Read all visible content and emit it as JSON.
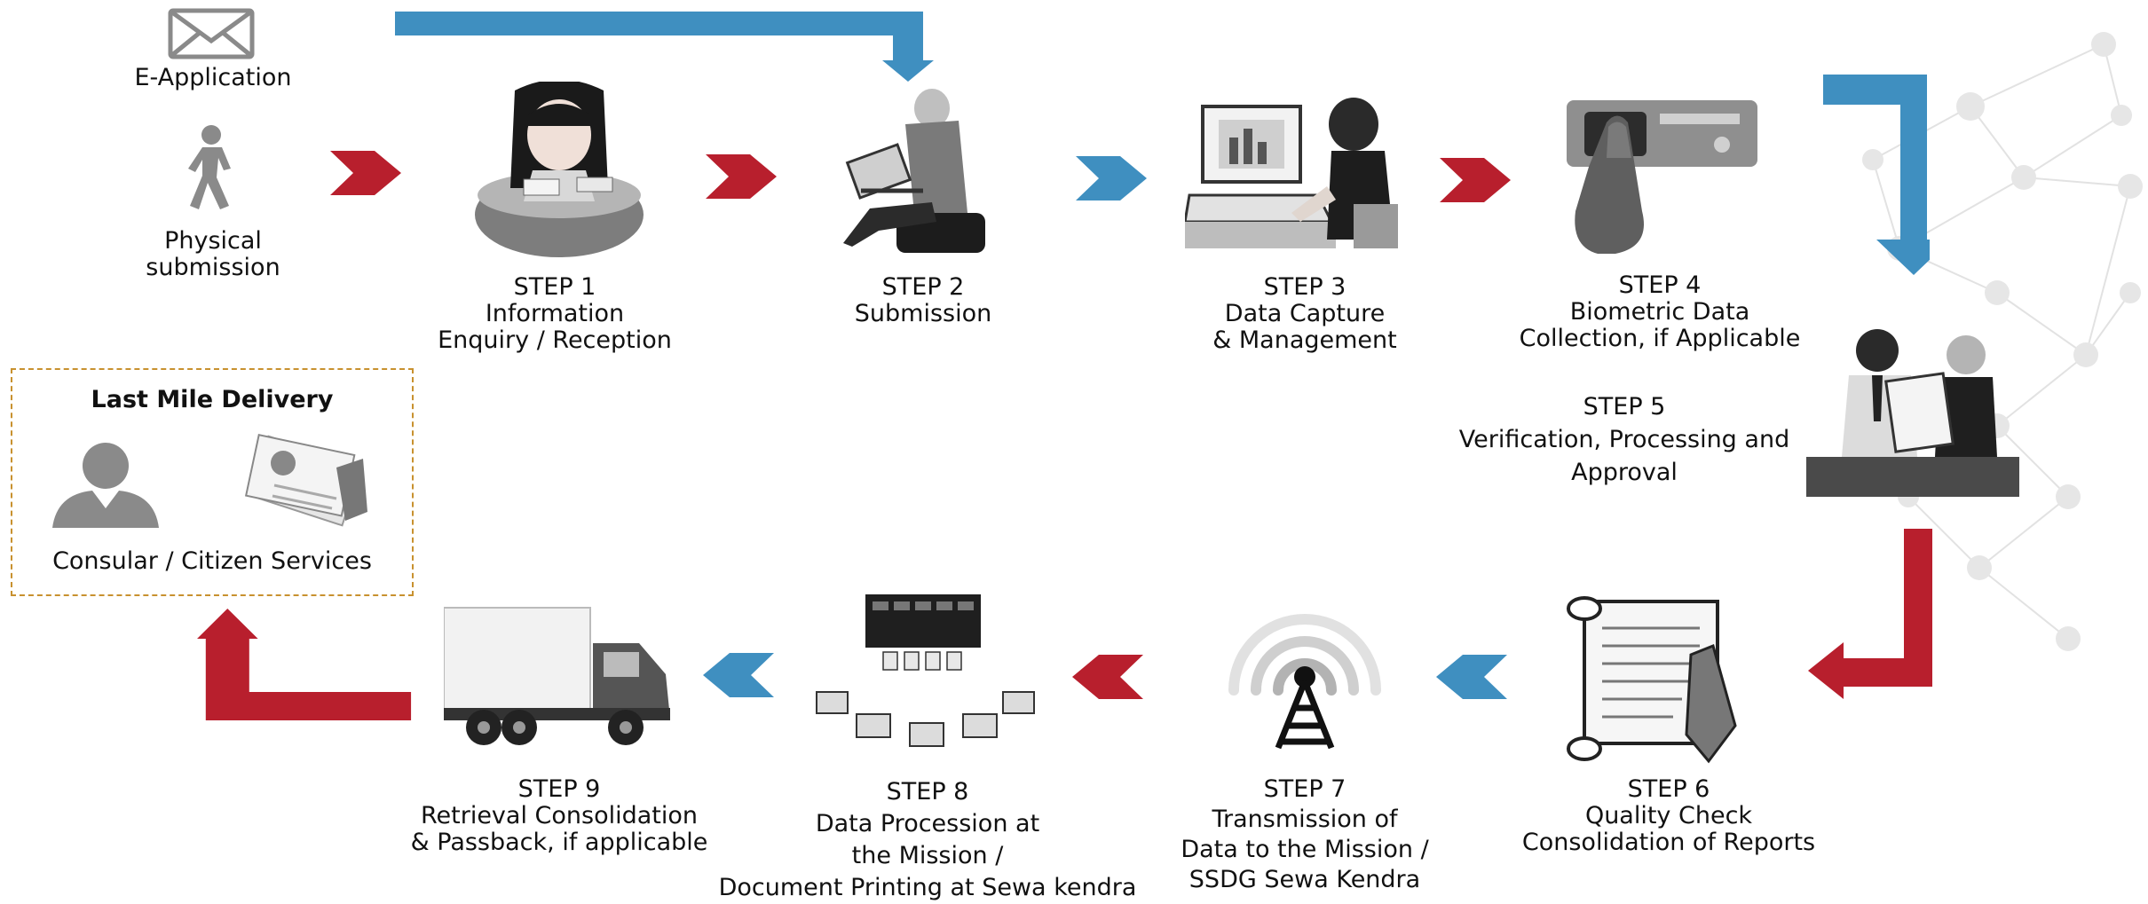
{
  "inputs": {
    "e_application": "E-Application",
    "physical_line1": "Physical",
    "physical_line2": "submission"
  },
  "steps": [
    {
      "title": "STEP 1",
      "lines": [
        "Information",
        "Enquiry / Reception"
      ]
    },
    {
      "title": "STEP 2",
      "lines": [
        "Submission"
      ]
    },
    {
      "title": "STEP 3",
      "lines": [
        "Data Capture",
        "& Management"
      ]
    },
    {
      "title": "STEP 4",
      "lines": [
        "Biometric Data",
        "Collection, if Applicable"
      ]
    },
    {
      "title": "STEP 5",
      "lines": [
        "Verification, Processing and",
        "Approval"
      ]
    },
    {
      "title": "STEP 6",
      "lines": [
        "Quality Check",
        "Consolidation of Reports"
      ]
    },
    {
      "title": "STEP 7",
      "lines": [
        "Transmission of",
        "Data to the Mission /",
        "SSDG Sewa Kendra"
      ]
    },
    {
      "title": "STEP 8",
      "lines": [
        "Data Procession at",
        "the Mission /",
        "Document Printing at Sewa kendra"
      ]
    },
    {
      "title": "STEP 9",
      "lines": [
        "Retrieval Consolidation",
        "& Passback, if applicable"
      ]
    }
  ],
  "last_mile": {
    "title": "Last Mile Delivery",
    "subtitle": "Consular / Citizen Services"
  },
  "colors": {
    "red": "#b81f2d",
    "blue": "#3f8fc0",
    "box_border": "#c8912f",
    "icon_gray": "#8a8a8a"
  }
}
